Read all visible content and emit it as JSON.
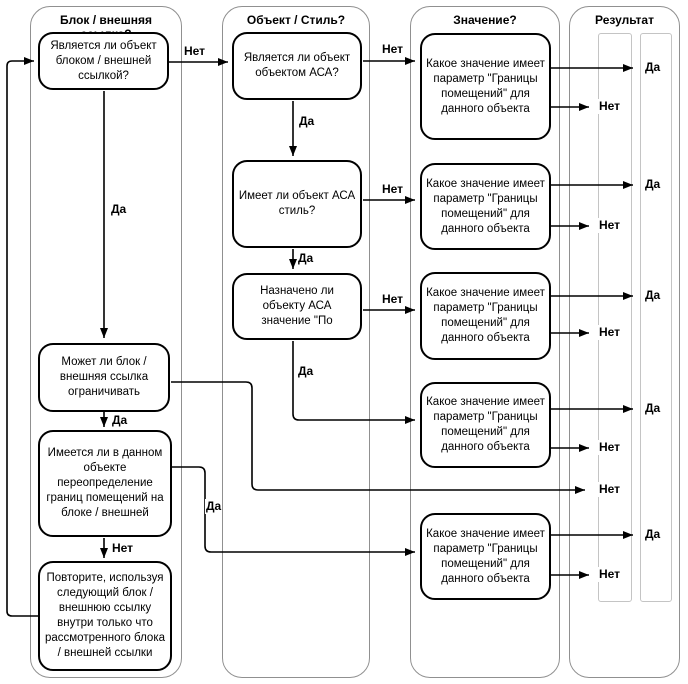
{
  "diagram": {
    "lane_headers": [
      "Блок / внешняя ссылка?",
      "Объект / Стиль?",
      "Значение?",
      "Результат"
    ],
    "nodes": {
      "c1b1": "Является ли объект блоком / внешней ссылкой?",
      "c1b2": "Может ли блок / внешняя ссылка ограничивать",
      "c1b3": "Имеется ли в данном объекте переопределение границ помещений на блоке / внешней",
      "c1b4": "Повторите, используя следующий блок / внешнюю ссылку внутри только что рассмотренного блока / внешней ссылки",
      "c2b1": "Является ли объект объектом АСА?",
      "c2b2": "Имеет ли объект АСА стиль?",
      "c2b3": "Назначено ли объекту АСА значение \"По",
      "value_question": "Какое значение имеет параметр \"Границы помещений\" для данного объекта"
    },
    "labels": {
      "yes": "Да",
      "no": "Нет"
    },
    "colors": {
      "line": "#000000",
      "node_border": "#000000",
      "lane_border": "#909090",
      "result_lane_border": "#c4c4c4",
      "background": "#ffffff"
    }
  }
}
